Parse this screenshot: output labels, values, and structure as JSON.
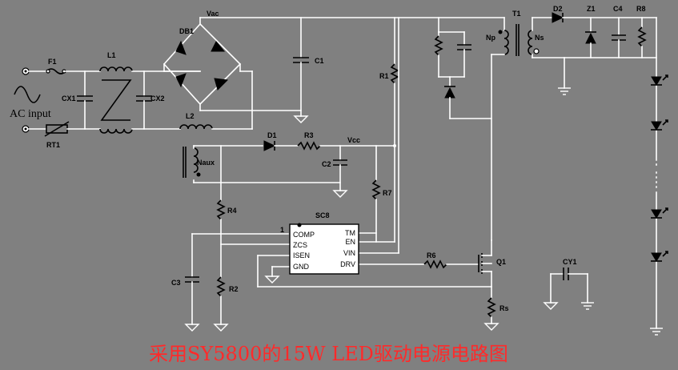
{
  "labels": {
    "vac": "Vac",
    "db1": "DB1",
    "c1": "C1",
    "f1": "F1",
    "l1": "L1",
    "cx1": "CX1",
    "cx2": "CX2",
    "l2": "L2",
    "ac_input": "AC input",
    "rt1": "RT1",
    "r1": "R1",
    "t1": "T1",
    "np": "Np",
    "ns": "Ns",
    "d2": "D2",
    "z1": "Z1",
    "c4": "C4",
    "r8": "R8",
    "naux": "Naux",
    "d1": "D1",
    "r3": "R3",
    "vcc": "Vcc",
    "c2": "C2",
    "r7": "R7",
    "r4": "R4",
    "r2": "R2",
    "c3": "C3",
    "r6": "R6",
    "q1": "Q1",
    "rs": "Rs",
    "cy1": "CY1",
    "sc8": "SC8",
    "pin1": "1"
  },
  "ic": {
    "left_pins": [
      "COMP",
      "ZCS",
      "ISEN",
      "GND"
    ],
    "right_pins": [
      "TM",
      "EN",
      "VIN",
      "DRV"
    ]
  },
  "caption": "采用SY5800的15W LED驱动电源电路图"
}
